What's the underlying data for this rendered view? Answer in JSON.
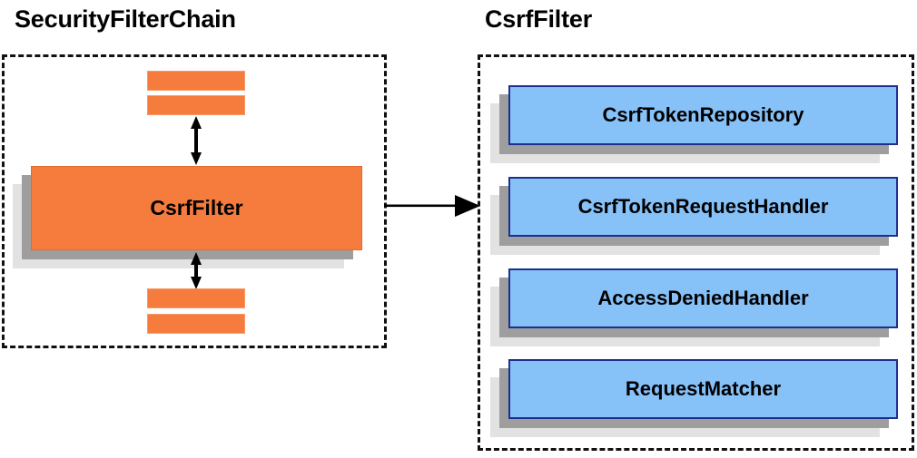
{
  "diagram": {
    "title_left": "SecurityFilterChain",
    "title_right": "CsrfFilter",
    "colors": {
      "orange_fill": "#F57C3D",
      "orange_border": "#E36B2C",
      "blue_fill": "#86C1F8",
      "blue_border": "#1F2F8F",
      "shadow_near": "#9E9E9E",
      "shadow_far": "#E2E2E2",
      "outline": "#111111",
      "arrow": "#000000",
      "background": "#FFFFFF"
    }
  },
  "chain": {
    "label": "SecurityFilterChain",
    "highlighted_filter": "CsrfFilter",
    "bars_above": [
      "filter-bar",
      "filter-bar"
    ],
    "bars_below": [
      "filter-bar",
      "filter-bar"
    ],
    "arrow_above": "double-headed-vertical-arrow",
    "arrow_below": "double-headed-vertical-arrow"
  },
  "connector": {
    "name": "expands-to-arrow",
    "direction": "left-to-right",
    "glyph": "right-arrow-icon"
  },
  "csrf": {
    "label": "CsrfFilter",
    "collaborators": [
      {
        "label": "CsrfTokenRepository"
      },
      {
        "label": "CsrfTokenRequestHandler"
      },
      {
        "label": "AccessDeniedHandler"
      },
      {
        "label": "RequestMatcher"
      }
    ]
  }
}
